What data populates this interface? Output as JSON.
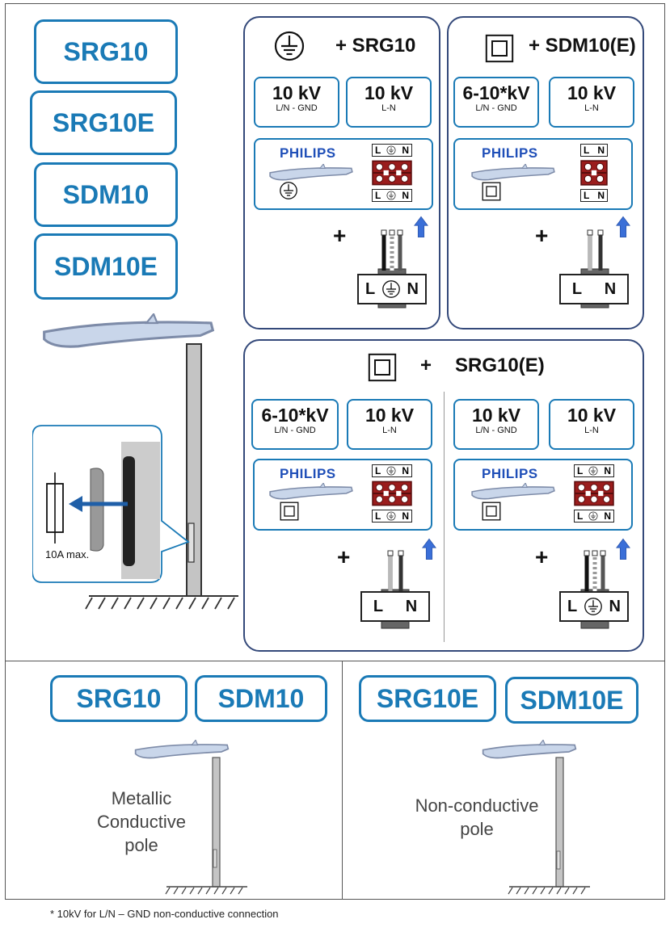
{
  "products": [
    "SRG10",
    "SRG10E",
    "SDM10",
    "SDM10E"
  ],
  "fuse_label": "10A max.",
  "panel_earth": {
    "header_label": "+ SRG10",
    "kv_left": {
      "value": "10 kV",
      "sub": "L/N - GND"
    },
    "kv_right": {
      "value": "10 kV",
      "sub": "L-N"
    },
    "brand": "PHILIPS",
    "plus": "+",
    "terminal_top": {
      "l": "L",
      "n": "N"
    },
    "terminal_bottom": {
      "l": "L",
      "n": "N"
    },
    "connector": {
      "l": "L",
      "n": "N"
    }
  },
  "panel_double": {
    "header_label": "+ SDM10(E)",
    "kv_left": {
      "value": "6-10*kV",
      "sub": "L/N - GND"
    },
    "kv_right": {
      "value": "10 kV",
      "sub": "L-N"
    },
    "brand": "PHILIPS",
    "plus": "+",
    "terminal_top": {
      "l": "L",
      "n": "N"
    },
    "terminal_bottom": {
      "l": "L",
      "n": "N"
    },
    "connector": {
      "l": "L",
      "n": "N"
    }
  },
  "panel_combo": {
    "header_plus": "+",
    "header_label": "SRG10(E)",
    "left": {
      "kv_left": {
        "value": "6-10*kV",
        "sub": "L/N - GND"
      },
      "kv_right": {
        "value": "10 kV",
        "sub": "L-N"
      },
      "brand": "PHILIPS",
      "plus": "+",
      "terminal_top": {
        "l": "L",
        "n": "N"
      },
      "terminal_bottom": {
        "l": "L",
        "n": "N"
      },
      "connector": {
        "l": "L",
        "n": "N"
      }
    },
    "right": {
      "kv_left": {
        "value": "10 kV",
        "sub": "L/N - GND"
      },
      "kv_right": {
        "value": "10 kV",
        "sub": "L-N"
      },
      "brand": "PHILIPS",
      "plus": "+",
      "terminal_top": {
        "l": "L",
        "n": "N"
      },
      "terminal_bottom": {
        "l": "L",
        "n": "N"
      },
      "connector": {
        "l": "L",
        "n": "N"
      }
    }
  },
  "bottom_left": {
    "products": [
      "SRG10",
      "SDM10"
    ],
    "pole_lines": [
      "Metallic",
      "Conductive",
      "pole"
    ]
  },
  "bottom_right": {
    "products": [
      "SRG10E",
      "SDM10E"
    ],
    "pole_lines": [
      "Non-conductive",
      "pole"
    ]
  },
  "footnote": "* 10kV for L/N – GND non-conductive connection",
  "colors": {
    "accent": "#1a7ab6",
    "panel_border": "#34497a",
    "brand": "#1f4fb8",
    "terminal": "#8b1a1a",
    "arrow": "#3a6fd8"
  }
}
